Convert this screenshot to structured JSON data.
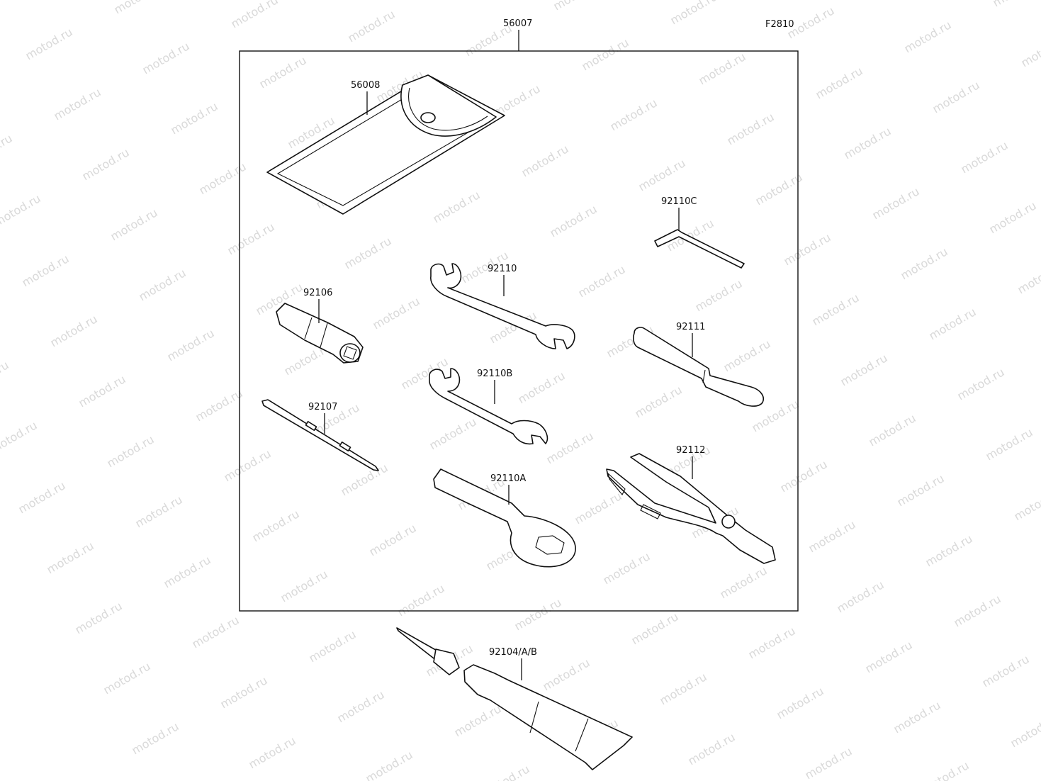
{
  "watermark": "motod.ru",
  "figure_code": "F2810",
  "kit_part": "56007",
  "parts": [
    {
      "id": "case",
      "number": "56008"
    },
    {
      "id": "socket",
      "number": "92106"
    },
    {
      "id": "screwdriver",
      "number": "92107"
    },
    {
      "id": "wrench-large",
      "number": "92110"
    },
    {
      "id": "wrench-small",
      "number": "92110B"
    },
    {
      "id": "ring-wrench",
      "number": "92110A"
    },
    {
      "id": "hex-key",
      "number": "92110C"
    },
    {
      "id": "extension-bar",
      "number": "92111"
    },
    {
      "id": "pliers",
      "number": "92112"
    },
    {
      "id": "repair-tube",
      "number": "92104/A/B"
    }
  ]
}
